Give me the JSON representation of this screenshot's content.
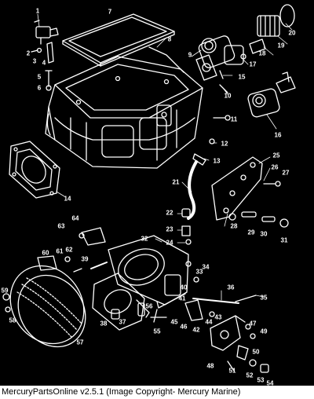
{
  "diagram": {
    "part_numbers": [
      "1",
      "2",
      "3",
      "4",
      "5",
      "6",
      "7",
      "8",
      "9",
      "10",
      "11",
      "12",
      "13",
      "14",
      "15",
      "16",
      "17",
      "18",
      "19",
      "20",
      "21",
      "22",
      "23",
      "24",
      "25",
      "26",
      "27",
      "28",
      "29",
      "30",
      "31",
      "32",
      "33",
      "34",
      "35",
      "36",
      "37",
      "38",
      "39",
      "40",
      "41",
      "42",
      "43",
      "44",
      "45",
      "46",
      "47",
      "48",
      "49",
      "50",
      "51",
      "52",
      "53",
      "54",
      "55",
      "56",
      "57",
      "58",
      "59",
      "60",
      "61",
      "62",
      "63",
      "64"
    ]
  },
  "footer": {
    "caption": "MercuryPartsOnline v2.5.1 (Image Copyright- Mercury Marine)"
  },
  "colors": {
    "background": "#000000",
    "line": "#ffffff",
    "footer_bg": "#ffffff",
    "footer_text": "#000000"
  }
}
